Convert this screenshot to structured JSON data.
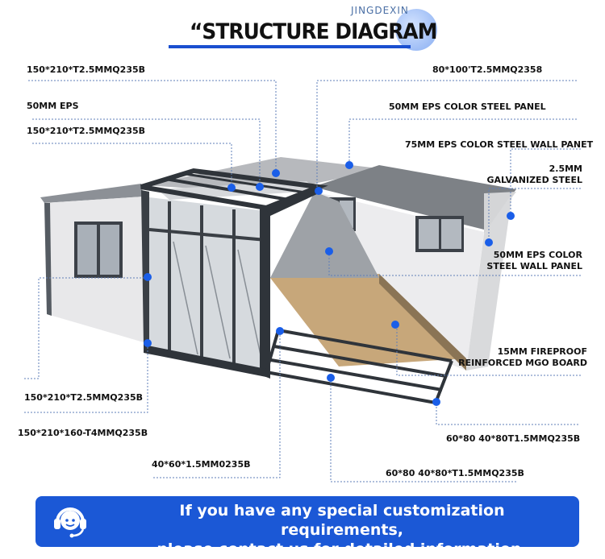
{
  "header": {
    "brand": "JINGDEXIN",
    "title": "“STRUCTURE DIAGRAM"
  },
  "labels": {
    "top_left_beam": "150*210*T2.5MMQ235B",
    "eps_50": "50MM EPS",
    "mid_left_beam": "150*210*T2.5MMQ235B",
    "top_right_beam": "80*100'T2.5MMQ2358",
    "roof_panel": "50MM EPS COLOR STEEL PANEL",
    "wall_panel_75": "75MM EPS COLOR STEEL WALL PANET",
    "galv_line1": "2.5MM",
    "galv_line2": "GALVANIZED STEEL",
    "wall_panel_50_line1": "50MM EPS COLOR",
    "wall_panel_50_line2": "STEEL WALL PANEL",
    "mgo_line1": "15MM FIREPROOF",
    "mgo_line2": "REINFORCED MGO BOARD",
    "bottom_left_beam": "150*210*T2.5MMQ235B",
    "bottom_left_base": "150*210*160-T4MMQ235B",
    "floor_beam_right": "60*80 40*80T1.5MMQ235B",
    "floor_joist": "40*60*1.5MM0235B",
    "floor_beam_bottom": "60*80 40*80*T1.5MMQ235B"
  },
  "banner": {
    "line1": "If you have any special customization requirements,",
    "line2": "please contact us for detailed information."
  },
  "colors": {
    "accent": "#1b58d6",
    "callout": "#1a5ee8",
    "frame": "#3a3f45"
  },
  "icons": {
    "banner_icon": "headset-icon"
  }
}
